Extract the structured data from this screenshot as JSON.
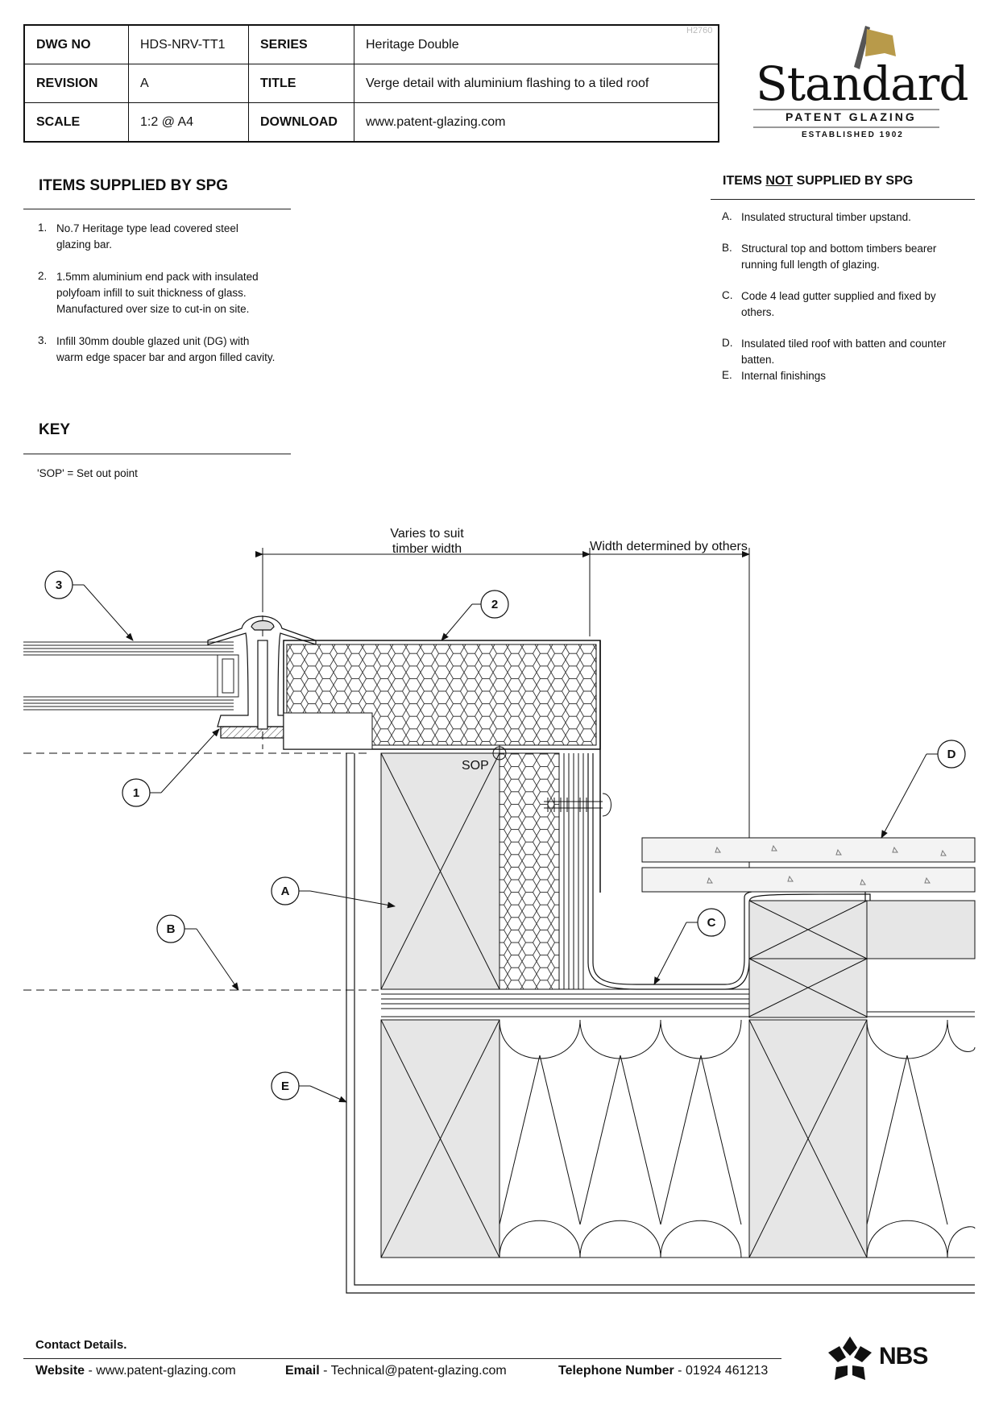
{
  "header": {
    "dwg_no_label": "DWG NO",
    "dwg_no": "HDS-NRV-TT1",
    "series_label": "SERIES",
    "series": "Heritage Double",
    "revision_label": "REVISION",
    "revision": "A",
    "title_label": "TITLE",
    "title": "Verge detail with aluminium flashing to a tiled roof",
    "scale_label": "SCALE",
    "scale": "1:2 @ A4",
    "download_label": "DOWNLOAD",
    "download": "www.patent-glazing.com",
    "code": "H2760"
  },
  "logo": {
    "word": "Standard",
    "sub": "PATENT GLAZING",
    "established": "ESTABLISHED 1902",
    "flag_color": "#b89a4a"
  },
  "supplied": {
    "heading": "ITEMS SUPPLIED BY SPG",
    "items": [
      {
        "num": "1.",
        "line1": "No.7 Heritage type lead covered steel",
        "line2": "glazing bar.",
        "line3": ""
      },
      {
        "num": "2.",
        "line1": "1.5mm aluminium end pack with insulated",
        "line2": "polyfoam infill to suit thickness of glass.",
        "line3": "Manufactured over size to cut-in on site."
      },
      {
        "num": "3.",
        "line1": "Infill 30mm double glazed unit (DG) with",
        "line2": "warm edge spacer bar and argon filled cavity.",
        "line3": ""
      }
    ]
  },
  "not_supplied": {
    "heading_pre": "ITEMS ",
    "heading_not": "NOT",
    "heading_post": " SUPPLIED BY SPG",
    "items": [
      {
        "letter": "A.",
        "line1": "Insulated structural timber upstand.",
        "line2": ""
      },
      {
        "letter": "B.",
        "line1": "Structural top and bottom timbers bearer",
        "line2": "running full length of glazing."
      },
      {
        "letter": "C.",
        "line1": "Code 4 lead gutter supplied and fixed by",
        "line2": "others."
      },
      {
        "letter": "D.",
        "line1": "Insulated tiled roof with batten and counter",
        "line2": "batten."
      },
      {
        "letter": "E.",
        "line1": "Internal finishings",
        "line2": ""
      }
    ]
  },
  "key": {
    "heading": "KEY",
    "text": "'SOP' = Set out point"
  },
  "drawing": {
    "dim1_line1": "Varies to suit",
    "dim1_line2": "timber width",
    "dim2": "Width determined by others",
    "sop": "SOP",
    "callouts": [
      "1",
      "2",
      "3",
      "A",
      "B",
      "C",
      "D",
      "E"
    ]
  },
  "contact": {
    "heading": "Contact Details.",
    "website_label": "Website",
    "website": "www.patent-glazing.com",
    "email_label": "Email",
    "email": "Technical@patent-glazing.com",
    "phone_label": "Telephone Number",
    "phone": "01924 461213",
    "nbs": "NBS"
  }
}
